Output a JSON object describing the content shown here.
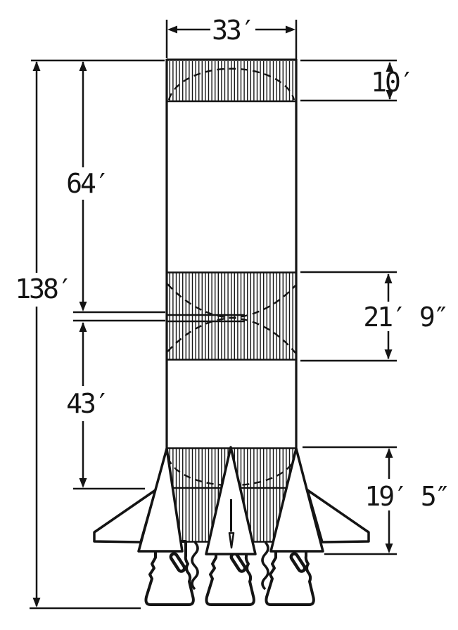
{
  "diagram": {
    "labels": {
      "diameter": "33′",
      "top_section": "10′",
      "upper_section": "64′",
      "overall_height": "138′",
      "middle_section": "21′ 9″",
      "lower_section": "43′",
      "bottom_section": "19′ 5″"
    },
    "colors": {
      "ink": "#141414",
      "paper": "#ffffff"
    }
  }
}
